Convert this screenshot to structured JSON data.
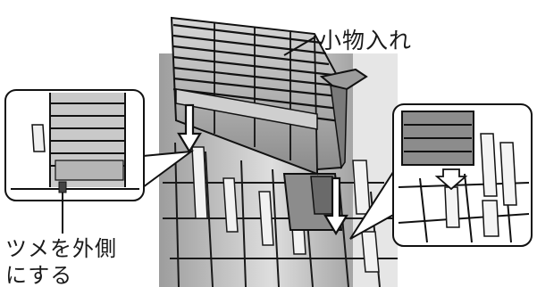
{
  "labels": {
    "basket": "小物入れ",
    "claw_line1": "ツメを外側",
    "claw_line2": "にする"
  },
  "colors": {
    "background": "#ffffff",
    "rack_shade": "#bdbdbd",
    "rack_light": "#e2e2e2",
    "basket_gray": "#9a9a9a",
    "basket_dark": "#4a4a4a",
    "line": "#111111"
  }
}
